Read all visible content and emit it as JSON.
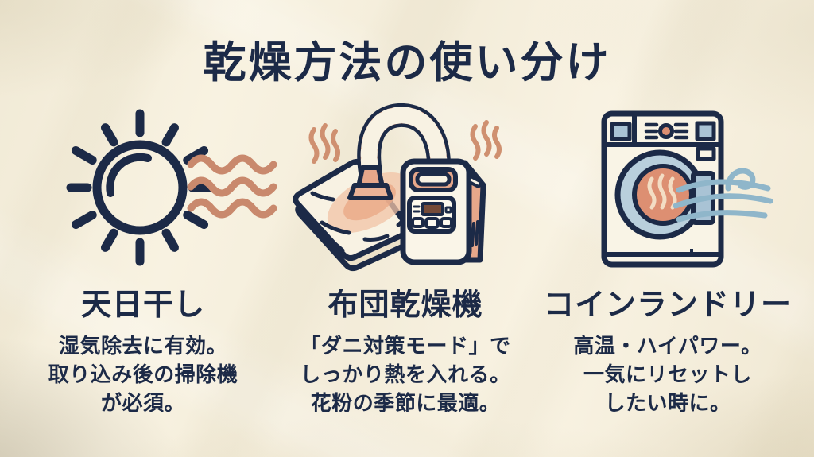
{
  "title": "乾燥方法の使い分け",
  "columns": [
    {
      "id": "sun-drying",
      "icon": "sun-with-heat-waves-icon",
      "heading": "天日干し",
      "lines": [
        "湿気除去に有効。",
        "取り込み後の掃除機",
        "が必須。"
      ]
    },
    {
      "id": "futon-dryer",
      "icon": "futon-dryer-machine-icon",
      "heading": "布団乾燥機",
      "lines": [
        "「ダニ対策モード」で",
        "しっかり熱を入れる。",
        "花粉の季節に最適。"
      ]
    },
    {
      "id": "coin-laundry",
      "icon": "coin-laundry-dryer-icon",
      "heading": "コインランドリー",
      "lines": [
        "高温・ハイパワー。",
        "一気にリセットし",
        "したい時に。"
      ]
    }
  ],
  "colors": {
    "background_cream": "#f5eedc",
    "ink_navy": "#1c2a47",
    "heat_salmon": "#c9896d",
    "glow_peach": "#f1c3a6",
    "machine_cream": "#faf5e8",
    "accent_blue": "#a9c3d5",
    "door_ring_blue": "#b9cfdc",
    "wind_blue": "#8fb6ca",
    "drum_salmon": "#dd8f72"
  }
}
